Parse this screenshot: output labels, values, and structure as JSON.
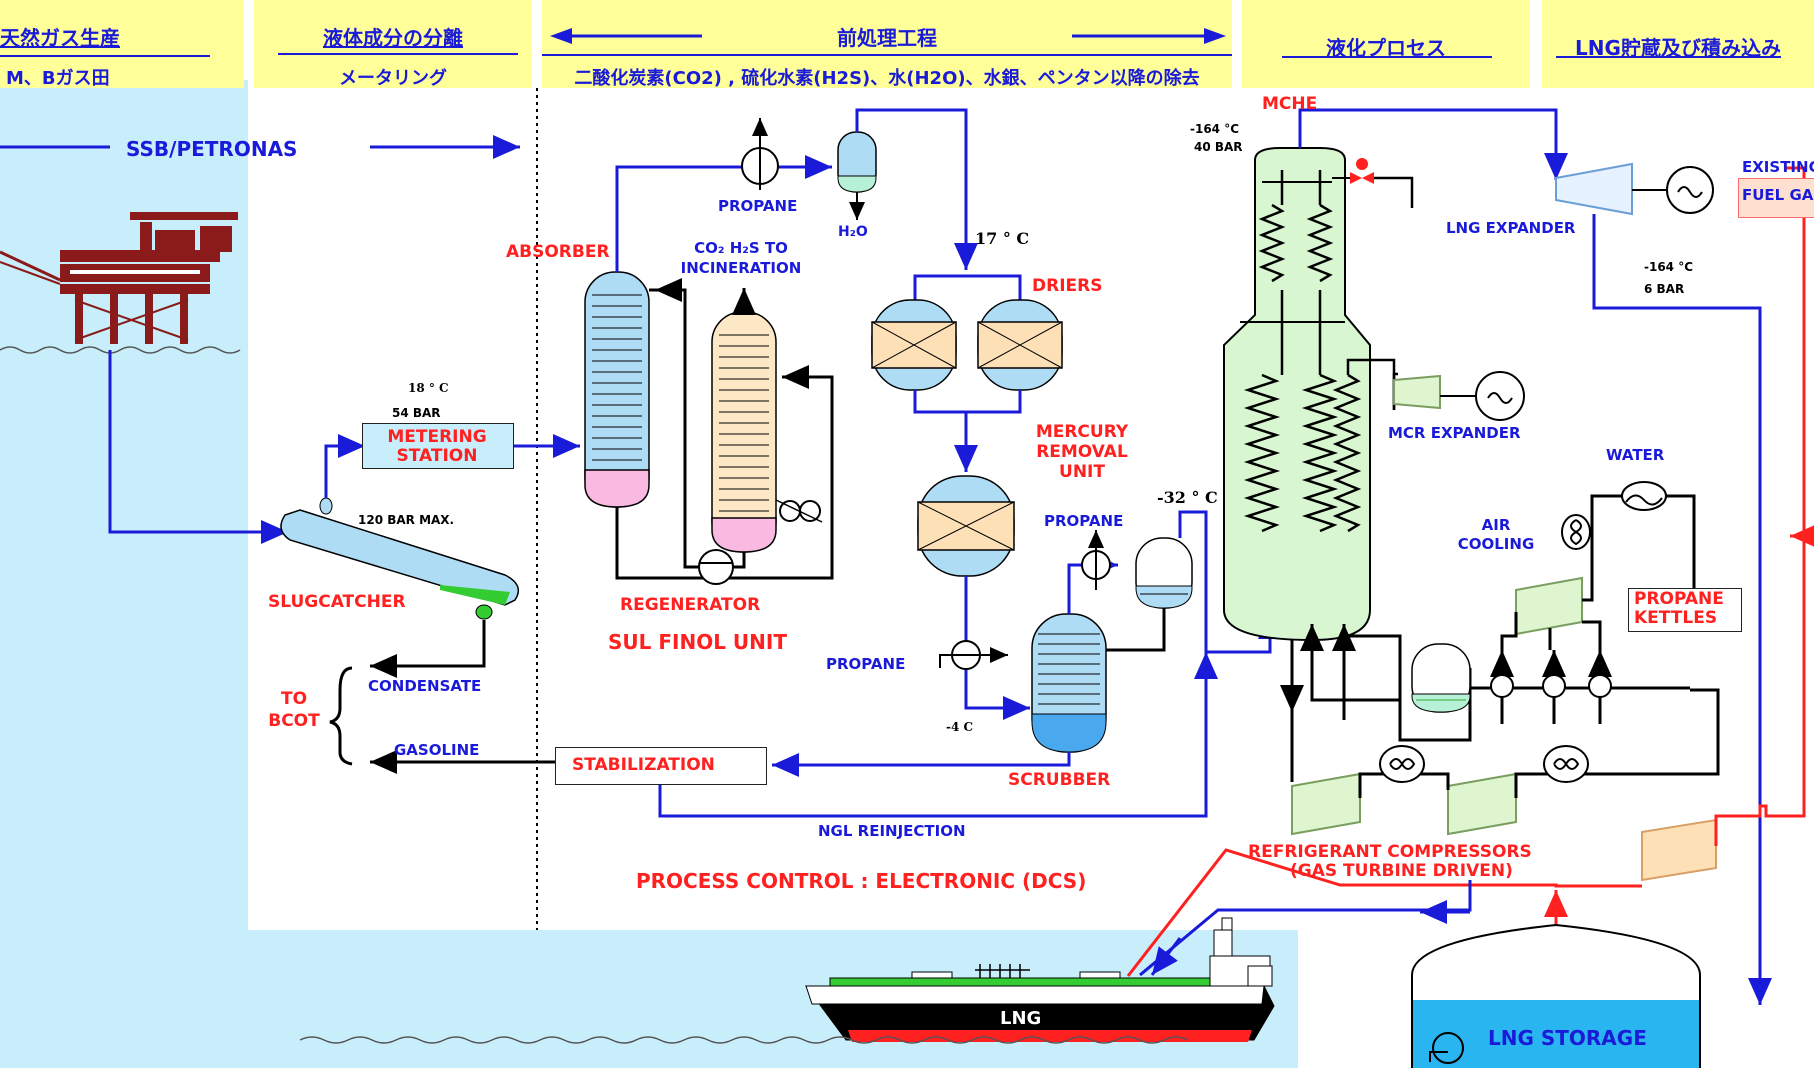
{
  "headers": {
    "gas_production": {
      "title": "天然ガス生産",
      "subtitle": "M、Bガス田"
    },
    "liquid_separation": {
      "title": "液体成分の分離",
      "subtitle": "メータリング"
    },
    "pretreatment": {
      "title": "前処理工程",
      "subtitle": "二酸化炭素(CO2) , 硫化水素(H2S)、水(H2O)、水銀、ペンタン以降の除去"
    },
    "liquefaction": {
      "title": "液化プロセス"
    },
    "lng_storage": {
      "title": "LNG貯蔵及び積み込み"
    }
  },
  "labels": {
    "ssb_petronas": "SSB/PETRONAS",
    "metering_station": "METERING STATION",
    "temp_18": "18 °  C",
    "bar_54": "54 BAR",
    "bar_120": "120 BAR MAX.",
    "slugcatcher": "SLUGCATCHER",
    "to_bcot": "TO BCOT",
    "condensate": "CONDENSATE",
    "gasoline": "GASOLINE",
    "absorber": "ABSORBER",
    "co2_h2s": "CO₂  H₂S TO INCINERATION",
    "propane_top": "PROPANE",
    "h2o": "H₂O",
    "regenerator": "REGENERATOR",
    "sul_finol_unit": "SUL  FINOL  UNIT",
    "temp_17": "17 °  C",
    "driers": "DRIERS",
    "mercury_removal": "MERCURY REMOVAL UNIT",
    "propane_mid": "PROPANE",
    "temp_m32": "-32 °  C",
    "propane_left": "PROPANE",
    "temp_m4": "-4   C",
    "scrubber": "SCRUBBER",
    "stabilization": "STABILIZATION",
    "ngl_reinjection": "NGL REINJECTION",
    "process_control": "PROCESS CONTROL : ELECTRONIC (DCS)",
    "mche": "MCHE",
    "temp_m164_a": "-164   °C",
    "bar_40": "40 BAR",
    "lng_expander": "LNG EXPANDER",
    "temp_m164_b": "-164   °C",
    "bar_6": "6 BAR",
    "existing": "EXISTING",
    "fuel_gas": "FUEL GAS",
    "mcr_expander": "MCR EXPANDER",
    "water": "WATER",
    "air_cooling": "AIR COOLING",
    "propane_kettles": "PROPANE KETTLES",
    "refrigerant_compressors": "REFRIGERANT COMPRESSORS",
    "gas_turbine_driven": "(GAS TURBINE DRIVEN)",
    "lng_ship": "LNG",
    "lng_storage": "LNG STORAGE"
  },
  "colors": {
    "flow_blue": "#1a1ad9",
    "hot_red": "#ff2020",
    "header_yellow": "#ffff99",
    "sea_blue": "#c8eefb",
    "platform_red": "#8b1a1a"
  }
}
